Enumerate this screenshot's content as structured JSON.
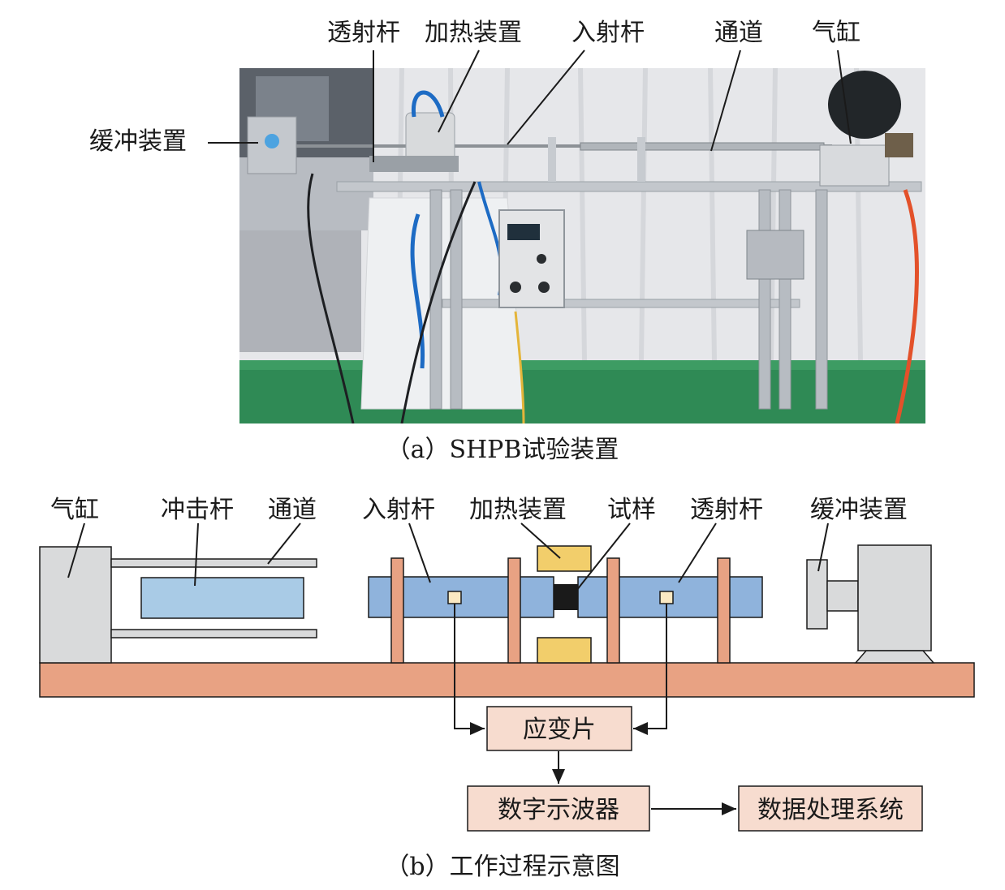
{
  "part_a": {
    "labels": {
      "transmission_bar": "透射杆",
      "heating_device": "加热装置",
      "incident_bar": "入射杆",
      "channel": "通道",
      "cylinder": "气缸",
      "buffer_device": "缓冲装置"
    },
    "caption": "（a）SHPB试验装置"
  },
  "part_b": {
    "labels": {
      "cylinder": "气缸",
      "striker_bar": "冲击杆",
      "channel": "通道",
      "incident_bar": "入射杆",
      "heating_device": "加热装置",
      "specimen": "试样",
      "transmission_bar": "透射杆",
      "buffer_device": "缓冲装置"
    },
    "boxes": {
      "strain_gauge": "应变片",
      "oscilloscope": "数字示波器",
      "data_system": "数据处理系统"
    },
    "caption": "（b）工作过程示意图"
  },
  "colors": {
    "bar_blue": "#8fb3dc",
    "striker_blue": "#a9cbe6",
    "base_orange": "#e8a283",
    "heater_yellow": "#f2ce6b",
    "box_pink": "#f7dccf",
    "gray": "#d9dadb"
  }
}
